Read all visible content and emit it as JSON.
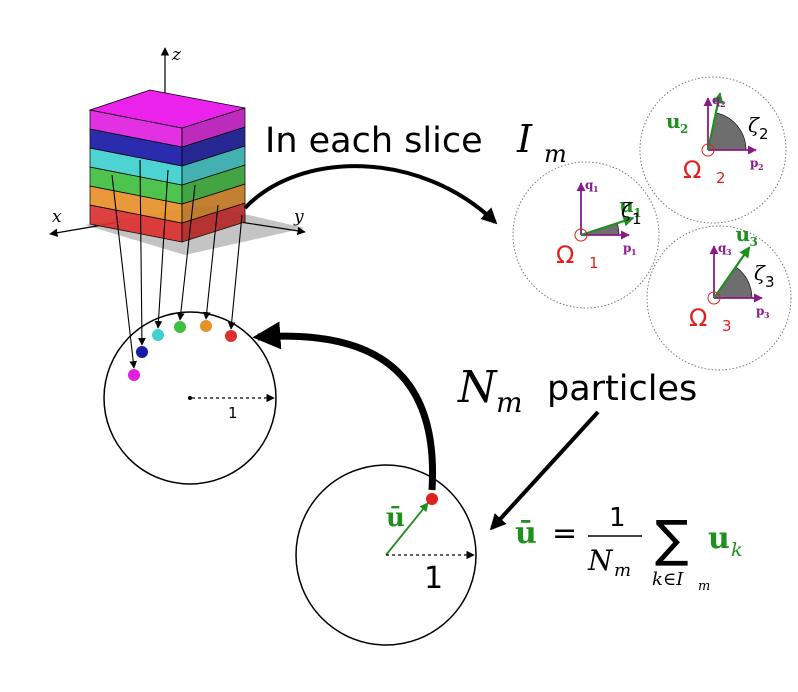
{
  "axes": {
    "z": "z",
    "x": "x",
    "y": "y"
  },
  "slice_text": "In each slice",
  "slice_symbol": {
    "base": "I",
    "sub": "m"
  },
  "particles_symbol": {
    "base": "N",
    "sub": "m"
  },
  "particles_text": "particles",
  "unit_label_small": "1",
  "unit_label_large": "1",
  "mean_vector_label": "ū",
  "formula": {
    "lhs": "ū",
    "eq": "=",
    "numerator": "1",
    "den_base": "N",
    "den_sub": "m",
    "sum": "∑",
    "sum_index": "k∈I",
    "sum_index_sub": "m",
    "term_base": "u",
    "term_sub": "k"
  },
  "particles": [
    {
      "name": "omega-1",
      "omega": "Ω",
      "omega_sub": "1",
      "u": "u",
      "u_sub": "1",
      "zeta": "ζ",
      "zeta_sub": "1",
      "p": "p",
      "p_sub": "1",
      "q": "q",
      "q_sub": "1"
    },
    {
      "name": "omega-2",
      "omega": "Ω",
      "omega_sub": "2",
      "u": "u",
      "u_sub": "2",
      "zeta": "ζ",
      "zeta_sub": "2",
      "p": "p",
      "p_sub": "2",
      "q": "q",
      "q_sub": "2"
    },
    {
      "name": "omega-3",
      "omega": "Ω",
      "omega_sub": "3",
      "u": "u",
      "u_sub": "3",
      "zeta": "ζ",
      "zeta_sub": "3",
      "p": "p",
      "p_sub": "3",
      "q": "q",
      "q_sub": "3"
    }
  ],
  "slice_colors": [
    "#dc3030",
    "#e8902a",
    "#3fbf3f",
    "#3fd0d0",
    "#1a1aa8",
    "#e020e0"
  ],
  "colors": {
    "vector_green": "#1f8f1f",
    "omega_red": "#e02020",
    "axis_purple": "#8a1a8a",
    "sector_gray": "#6e6e6e",
    "arrow_black": "#000000"
  }
}
